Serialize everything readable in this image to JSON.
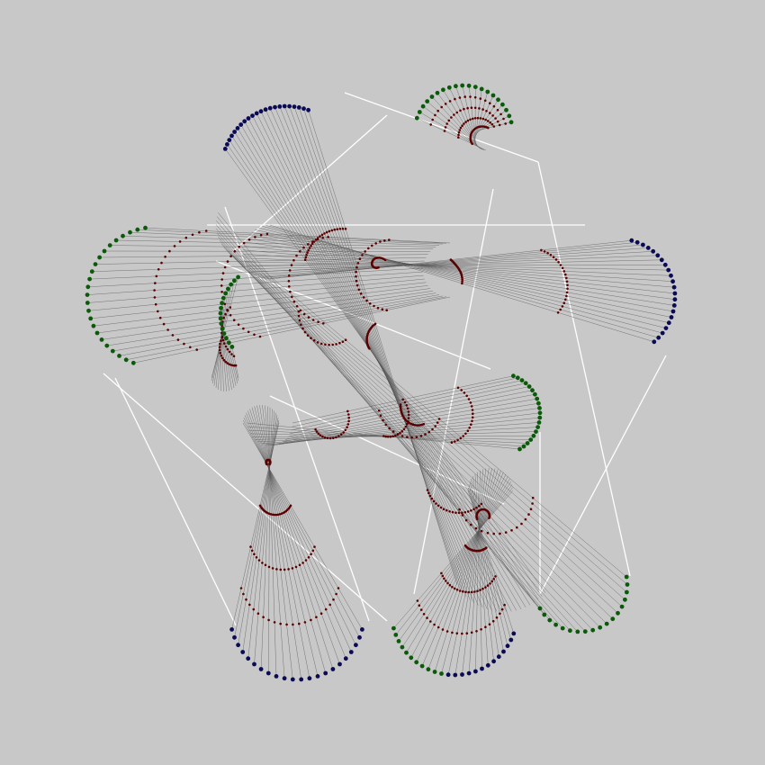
{
  "colors": {
    "background": "#c8c8c8",
    "outline_edge": "#ffffff",
    "fan_line": "#555555",
    "interior_dot": "#5a0000",
    "blue_dot": "#0a0a55",
    "green_dot": "#0a5a0a"
  },
  "icons": [
    "blue-node-dot",
    "green-node-dot",
    "maroon-interior-dot"
  ]
}
